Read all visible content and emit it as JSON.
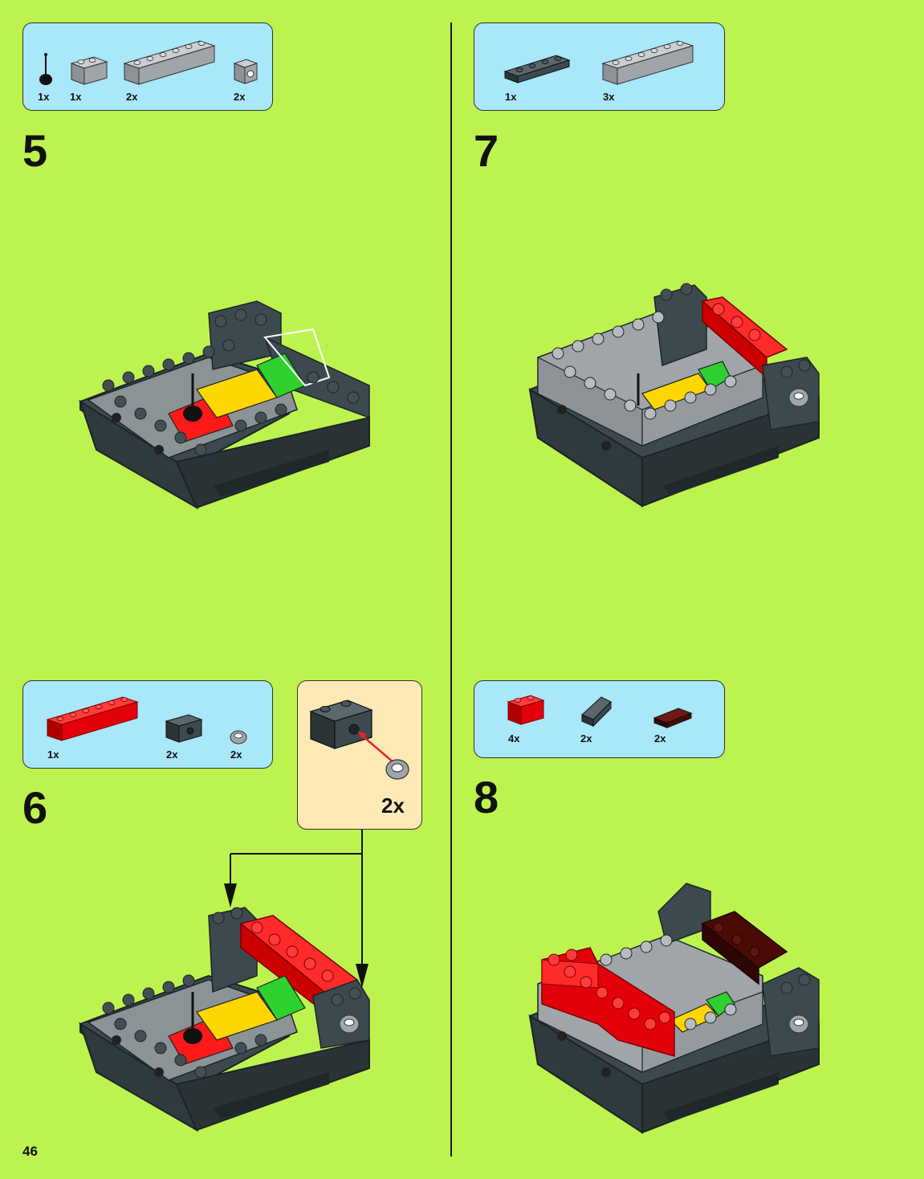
{
  "page_number": "46",
  "steps": [
    {
      "number": "5",
      "parts": [
        {
          "qty": "1x",
          "icon": "antenna-lever-icon",
          "color": "#000000"
        },
        {
          "qty": "1x",
          "icon": "brick-1x2-icon",
          "color": "#a0a5a9"
        },
        {
          "qty": "2x",
          "icon": "brick-1x6-icon",
          "color": "#a0a5a9"
        },
        {
          "qty": "2x",
          "icon": "brick-1x1-round-icon",
          "color": "#a0a5a9"
        }
      ]
    },
    {
      "number": "6",
      "parts": [
        {
          "qty": "1x",
          "icon": "brick-1x6-icon",
          "color": "#e3000b"
        },
        {
          "qty": "2x",
          "icon": "technic-brick-1x2-icon",
          "color": "#3c4a4f"
        },
        {
          "qty": "2x",
          "icon": "stud-shooter-icon",
          "color": "#a0a5a9"
        }
      ],
      "callout": {
        "qty": "2x"
      }
    },
    {
      "number": "7",
      "parts": [
        {
          "qty": "1x",
          "icon": "plate-1x4-icon",
          "color": "#3c4a4f"
        },
        {
          "qty": "3x",
          "icon": "brick-1x6-icon",
          "color": "#a0a5a9"
        }
      ]
    },
    {
      "number": "8",
      "parts": [
        {
          "qty": "4x",
          "icon": "brick-1x2-icon",
          "color": "#e3000b"
        },
        {
          "qty": "2x",
          "icon": "slope-brick-icon",
          "color": "#3c4a4f"
        },
        {
          "qty": "2x",
          "icon": "tile-1x2-icon",
          "color": "#4a0a06"
        }
      ]
    }
  ],
  "colors": {
    "background": "#bdf34f",
    "parts_box": "#a9e7fb",
    "callout_box": "#fde9b6",
    "dark_stone_grey": "#3c4a4f",
    "medium_stone_grey": "#a0a5a9",
    "red": "#e3000b",
    "yellow": "#ffd700",
    "green": "#2fd12f",
    "dark_red": "#4a0a06",
    "arrow_red": "#e32526"
  }
}
